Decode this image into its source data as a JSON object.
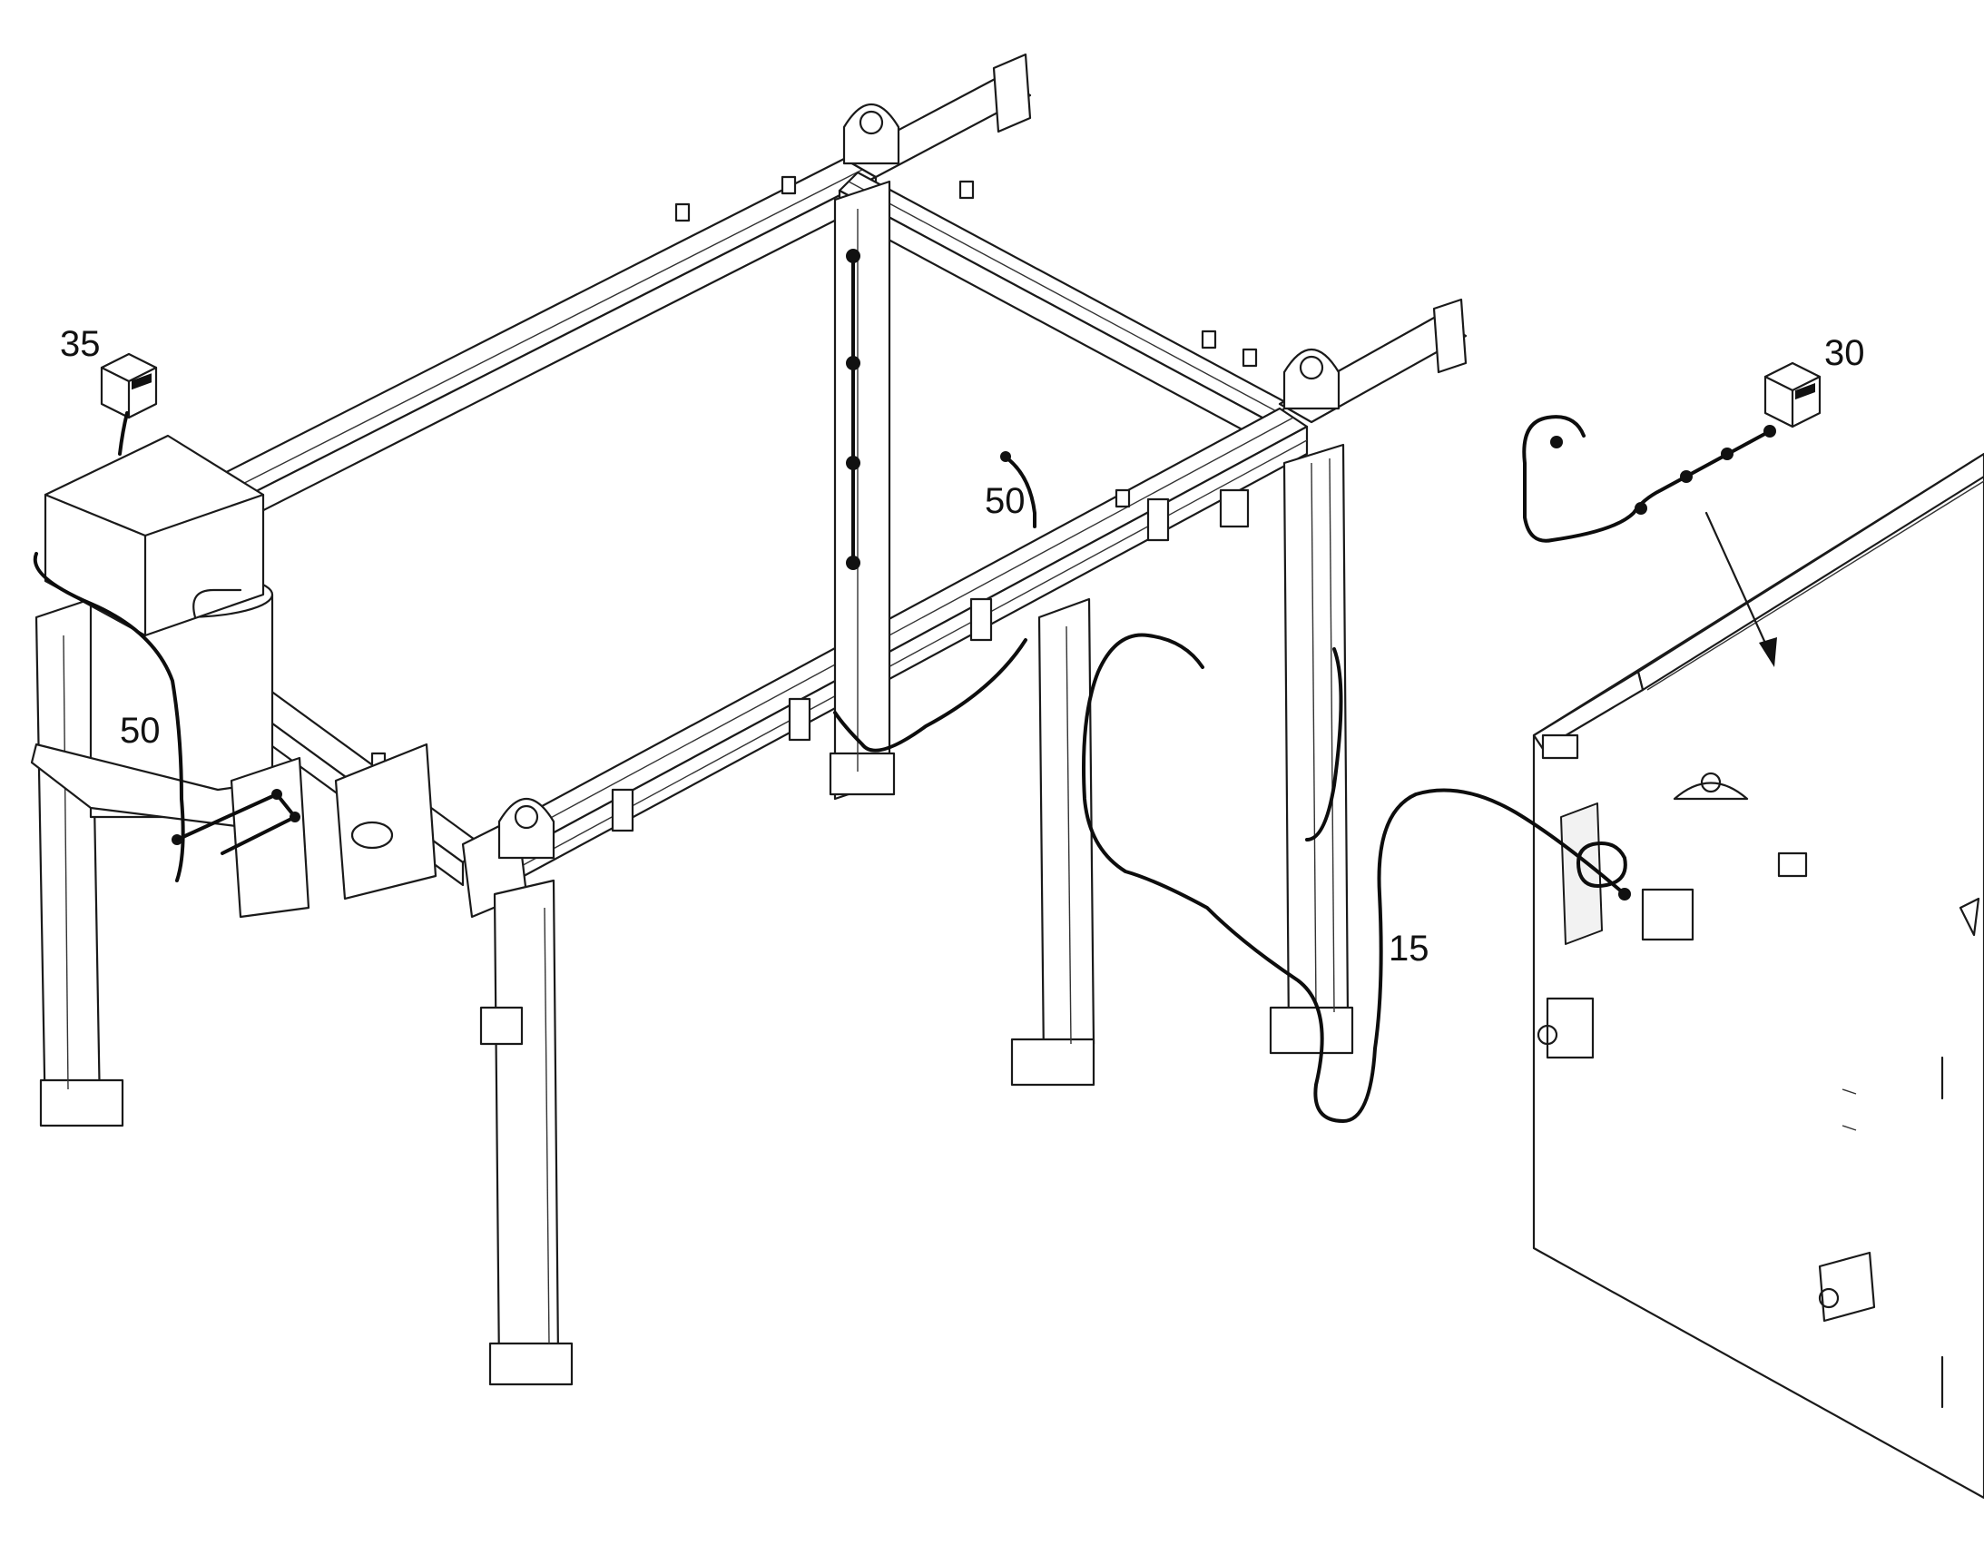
{
  "callouts": {
    "sensor_left": "35",
    "sensor_right": "30",
    "cable_top": "50",
    "cable_left": "50",
    "cable_long": "15"
  }
}
